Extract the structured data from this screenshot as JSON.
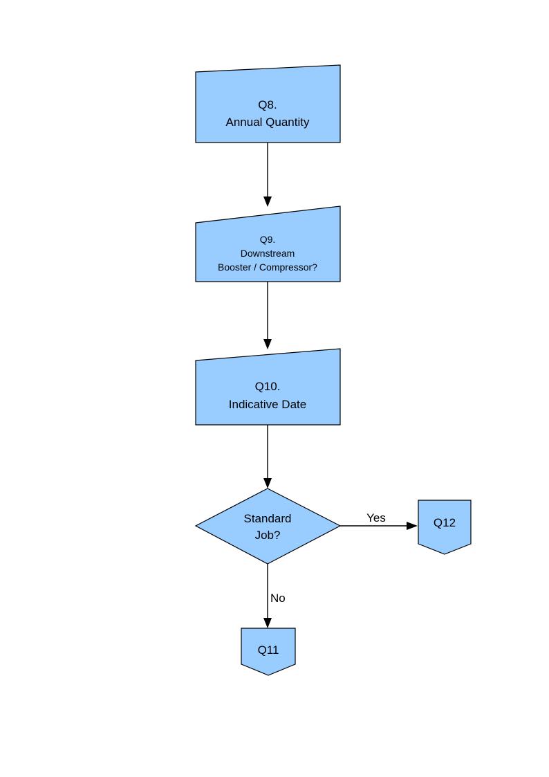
{
  "diagram": {
    "type": "flowchart",
    "background_color": "#FFFFFF",
    "node_fill_color": "#99CCFF",
    "node_stroke_color": "#000000",
    "nodes": [
      {
        "id": "q8",
        "shape": "skewed-rectangle",
        "lines": [
          "Q8.",
          "Annual Quantity"
        ],
        "line1": "Q8.",
        "line2": "Annual Quantity"
      },
      {
        "id": "q9",
        "shape": "skewed-rectangle",
        "lines": [
          "Q9.",
          "Downstream",
          "Booster / Compressor?"
        ],
        "line1": "Q9.",
        "line2": "Downstream",
        "line3": "Booster / Compressor?"
      },
      {
        "id": "q10",
        "shape": "skewed-rectangle",
        "lines": [
          "Q10.",
          "Indicative Date"
        ],
        "line1": "Q10.",
        "line2": "Indicative Date"
      },
      {
        "id": "decision",
        "shape": "diamond",
        "lines": [
          "Standard",
          "Job?"
        ],
        "line1": "Standard",
        "line2": "Job?"
      },
      {
        "id": "q12",
        "shape": "pentagon-down",
        "label": "Q12"
      },
      {
        "id": "q11",
        "shape": "pentagon-down",
        "label": "Q11"
      }
    ],
    "edges": [
      {
        "id": "e1",
        "from": "q8",
        "to": "q9",
        "label": ""
      },
      {
        "id": "e2",
        "from": "q9",
        "to": "q10",
        "label": ""
      },
      {
        "id": "e3",
        "from": "q10",
        "to": "decision",
        "label": ""
      },
      {
        "id": "e4",
        "from": "decision",
        "to": "q12",
        "label": "Yes"
      },
      {
        "id": "e5",
        "from": "decision",
        "to": "q11",
        "label": "No"
      }
    ]
  }
}
